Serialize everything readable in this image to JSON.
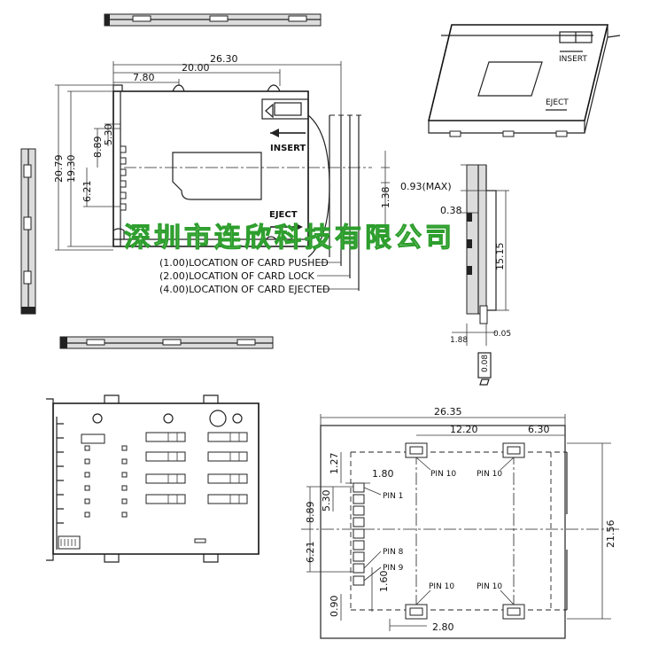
{
  "watermark": "深圳市连欣科技有限公司",
  "top_view": {
    "dims": {
      "overall_width": "26.30",
      "width_20": "20.00",
      "width_7_8": "7.80",
      "height_20_79": "20.79",
      "height_19_30": "19.30",
      "d_8_89": "8.89",
      "d_5_30": "5.30",
      "d_6_21": "6.21",
      "d_1_38": "1.38"
    },
    "insert_label": "INSERT",
    "eject_label": "EJECT",
    "locations": [
      "(1.00)LOCATION OF CARD PUSHED",
      "(2.00)LOCATION OF CARD LOCK",
      "(4.00)LOCATION OF CARD EJECTED"
    ]
  },
  "iso_view": {
    "insert_label": "INSERT",
    "eject_label": "EJECT"
  },
  "side_view": {
    "dims": {
      "max_height": "0.93(MAX)",
      "d_0_38": "0.38",
      "d_15_15": "15.15",
      "d_1_88": "1.88",
      "d_0_05": "0.05",
      "d_0_08": "0.08"
    }
  },
  "footprint": {
    "dims": {
      "overall_width": "26.35",
      "d_12_20": "12.20",
      "d_6_30": "6.30",
      "d_1_27": "1.27",
      "d_1_80": "1.80",
      "d_8_89": "8.89",
      "d_5_30": "5.30",
      "d_6_21": "6.21",
      "d_1_60": "1.60",
      "d_0_90": "0.90",
      "d_2_80": "2.80",
      "overall_height": "21.56"
    },
    "labels": {
      "pin10_tl": "PIN 10",
      "pin10_tr": "PIN 10",
      "pin1": "PIN 1",
      "pin8": "PIN 8",
      "pin9": "PIN 9",
      "pin10_bl": "PIN 10",
      "pin10_br": "PIN 10"
    }
  }
}
